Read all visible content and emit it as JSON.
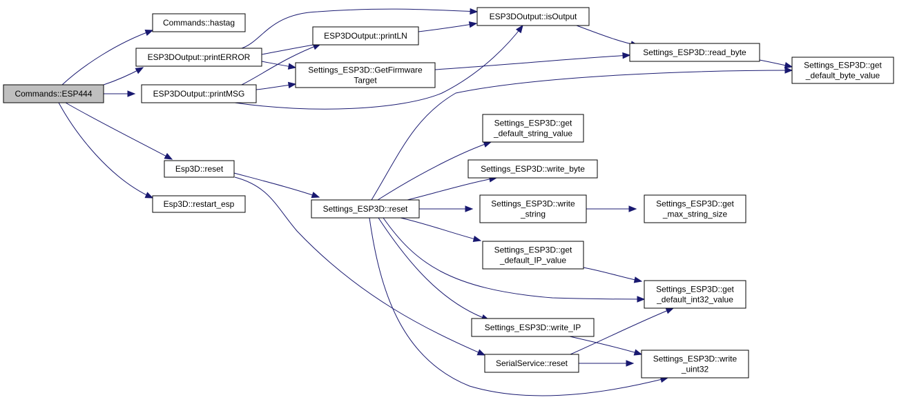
{
  "diagram": {
    "nodes": {
      "commands_esp444": {
        "lines": [
          "Commands::ESP444"
        ],
        "root": true
      },
      "commands_hastag": {
        "lines": [
          "Commands::hastag"
        ]
      },
      "printerror": {
        "lines": [
          "ESP3DOutput::printERROR"
        ]
      },
      "printmsg": {
        "lines": [
          "ESP3DOutput::printMSG"
        ]
      },
      "esp3d_reset": {
        "lines": [
          "Esp3D::reset"
        ]
      },
      "restart_esp": {
        "lines": [
          "Esp3D::restart_esp"
        ]
      },
      "println": {
        "lines": [
          "ESP3DOutput::printLN"
        ]
      },
      "isoutput": {
        "lines": [
          "ESP3DOutput::isOutput"
        ]
      },
      "getfirmware": {
        "lines": [
          "Settings_ESP3D::GetFirmware",
          "Target"
        ]
      },
      "read_byte": {
        "lines": [
          "Settings_ESP3D::read_byte"
        ]
      },
      "get_default_byte": {
        "lines": [
          "Settings_ESP3D::get",
          "_default_byte_value"
        ]
      },
      "settings_reset": {
        "lines": [
          "Settings_ESP3D::reset"
        ]
      },
      "get_default_string": {
        "lines": [
          "Settings_ESP3D::get",
          "_default_string_value"
        ]
      },
      "write_byte": {
        "lines": [
          "Settings_ESP3D::write_byte"
        ]
      },
      "write_string": {
        "lines": [
          "Settings_ESP3D::write",
          "_string"
        ]
      },
      "get_max_string": {
        "lines": [
          "Settings_ESP3D::get",
          "_max_string_size"
        ]
      },
      "get_default_ip": {
        "lines": [
          "Settings_ESP3D::get",
          "_default_IP_value"
        ]
      },
      "get_default_int32": {
        "lines": [
          "Settings_ESP3D::get",
          "_default_int32_value"
        ]
      },
      "write_ip": {
        "lines": [
          "Settings_ESP3D::write_IP"
        ]
      },
      "serial_reset": {
        "lines": [
          "SerialService::reset"
        ]
      },
      "write_uint32": {
        "lines": [
          "Settings_ESP3D::write",
          "_uint32"
        ]
      }
    },
    "edges": [
      [
        "commands_esp444",
        "commands_hastag"
      ],
      [
        "commands_esp444",
        "printerror"
      ],
      [
        "commands_esp444",
        "printmsg"
      ],
      [
        "commands_esp444",
        "esp3d_reset"
      ],
      [
        "commands_esp444",
        "restart_esp"
      ],
      [
        "printerror",
        "println"
      ],
      [
        "printerror",
        "isoutput"
      ],
      [
        "printerror",
        "getfirmware"
      ],
      [
        "printmsg",
        "println"
      ],
      [
        "printmsg",
        "getfirmware"
      ],
      [
        "printmsg",
        "isoutput"
      ],
      [
        "println",
        "isoutput"
      ],
      [
        "isoutput",
        "read_byte"
      ],
      [
        "getfirmware",
        "read_byte"
      ],
      [
        "read_byte",
        "get_default_byte"
      ],
      [
        "esp3d_reset",
        "settings_reset"
      ],
      [
        "esp3d_reset",
        "serial_reset"
      ],
      [
        "settings_reset",
        "get_default_byte"
      ],
      [
        "settings_reset",
        "get_default_string"
      ],
      [
        "settings_reset",
        "write_byte"
      ],
      [
        "settings_reset",
        "write_string"
      ],
      [
        "settings_reset",
        "get_default_ip"
      ],
      [
        "settings_reset",
        "get_default_int32"
      ],
      [
        "settings_reset",
        "write_ip"
      ],
      [
        "settings_reset",
        "write_uint32"
      ],
      [
        "write_string",
        "get_max_string"
      ],
      [
        "get_default_ip",
        "get_default_int32"
      ],
      [
        "write_ip",
        "write_uint32"
      ],
      [
        "serial_reset",
        "get_default_int32"
      ],
      [
        "serial_reset",
        "write_uint32"
      ]
    ]
  }
}
